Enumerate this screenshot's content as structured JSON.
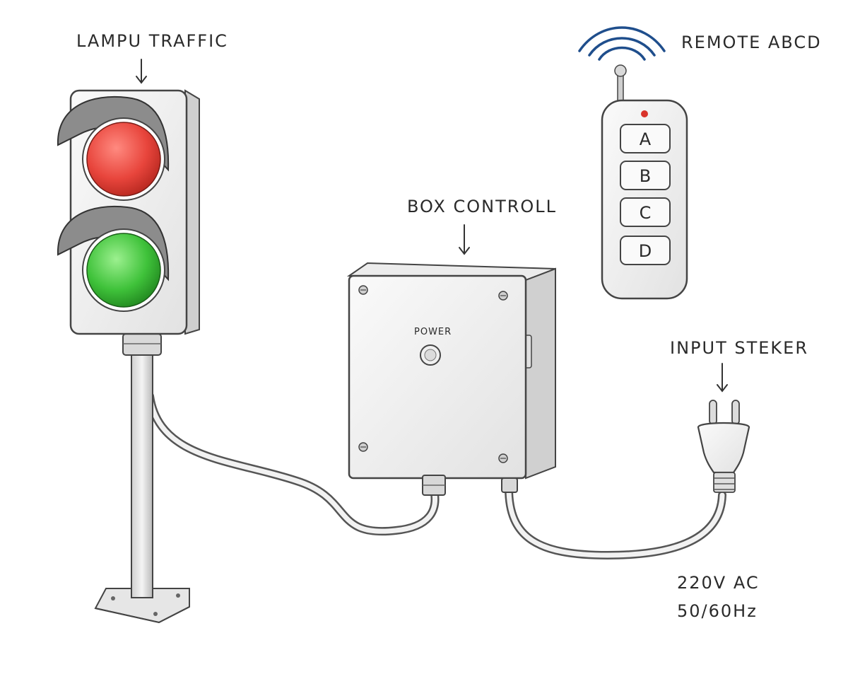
{
  "labels": {
    "traffic_light": "LAMPU TRAFFIC",
    "remote": "REMOTE ABCD",
    "control_box": "BOX CONTROLL",
    "input_plug": "INPUT STEKER",
    "power_button": "POWER",
    "voltage": "220V AC",
    "frequency": "50/60Hz"
  },
  "remote_keys": [
    "A",
    "B",
    "C",
    "D"
  ],
  "colors": {
    "red_lamp": "#e8453c",
    "green_lamp": "#3fc23a",
    "signal_waves": "#1f4e8c",
    "remote_led": "#d9342b"
  }
}
